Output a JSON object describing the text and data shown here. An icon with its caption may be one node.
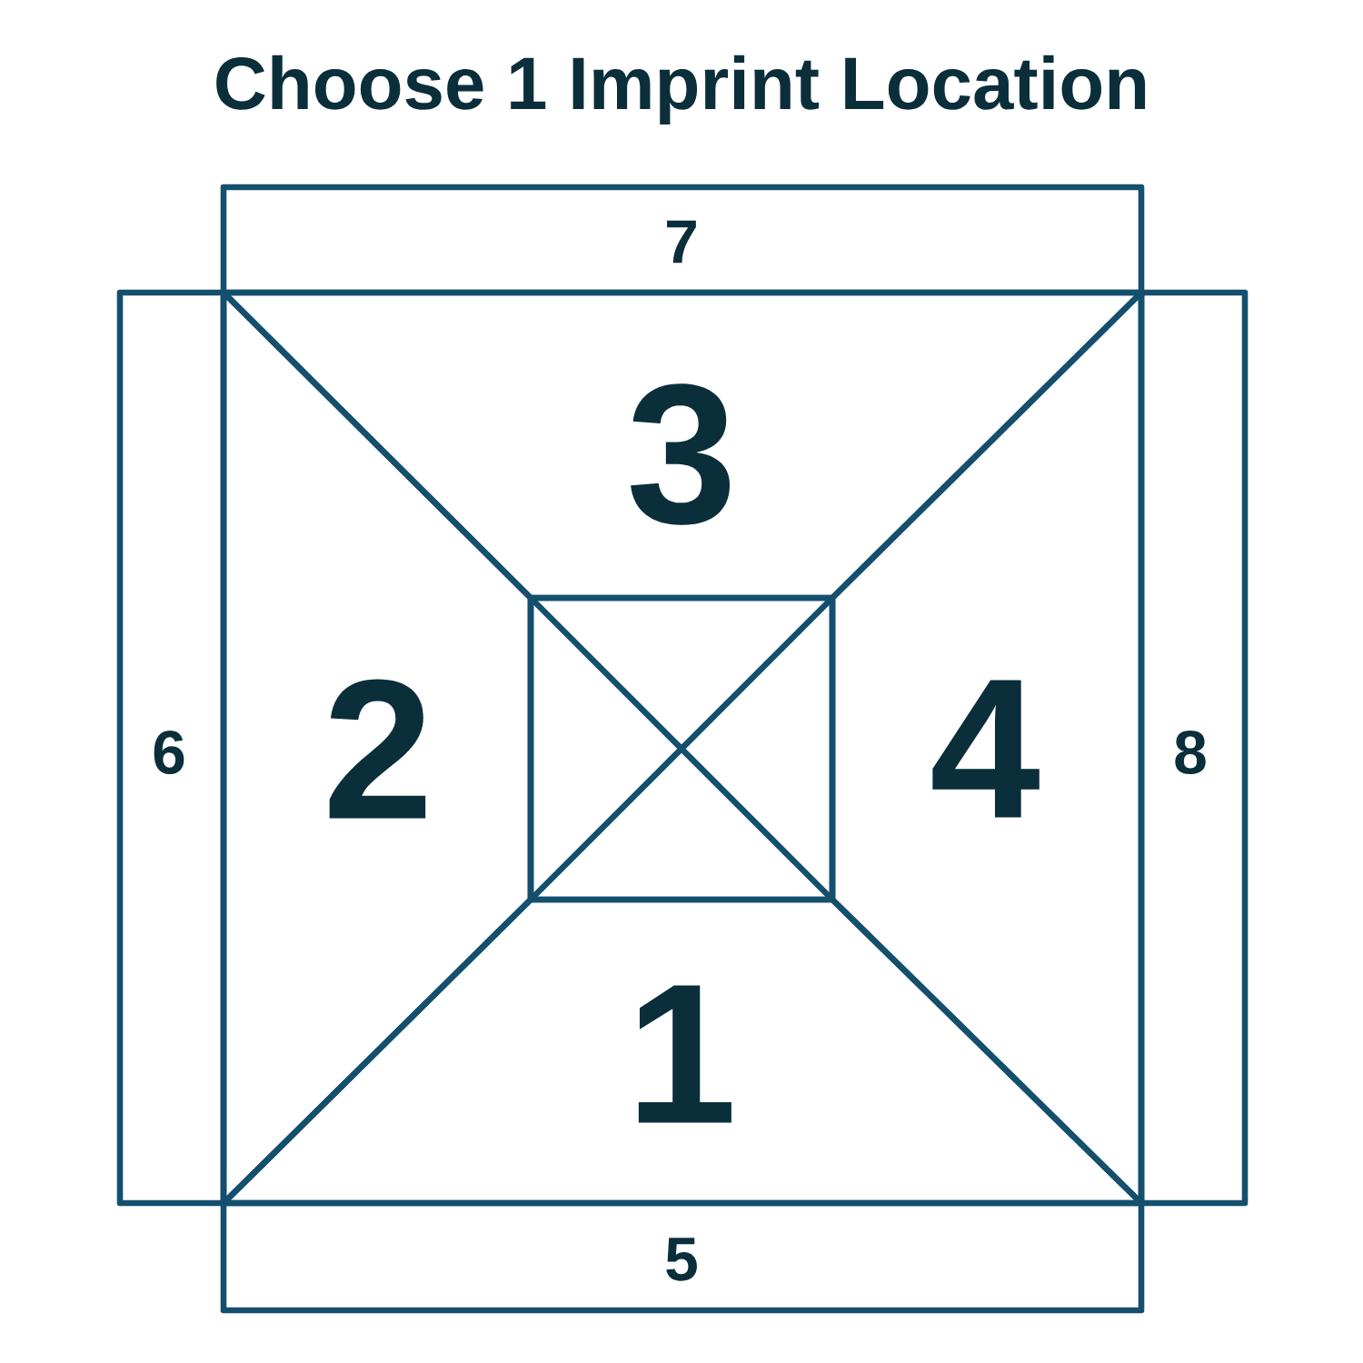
{
  "diagram": {
    "title": "Choose 1 Imprint Location",
    "nodes": [
      {
        "text": [
          "7"
        ]
      },
      {
        "text": [
          "3"
        ]
      },
      {
        "text": [
          "6"
        ]
      },
      {
        "text": [
          "2"
        ]
      },
      {
        "text": [],
        "shape": "box"
      },
      {
        "text": [
          "4"
        ]
      },
      {
        "text": [
          "8"
        ]
      },
      {
        "text": [
          "1"
        ]
      },
      {
        "text": [
          "5"
        ]
      }
    ]
  }
}
